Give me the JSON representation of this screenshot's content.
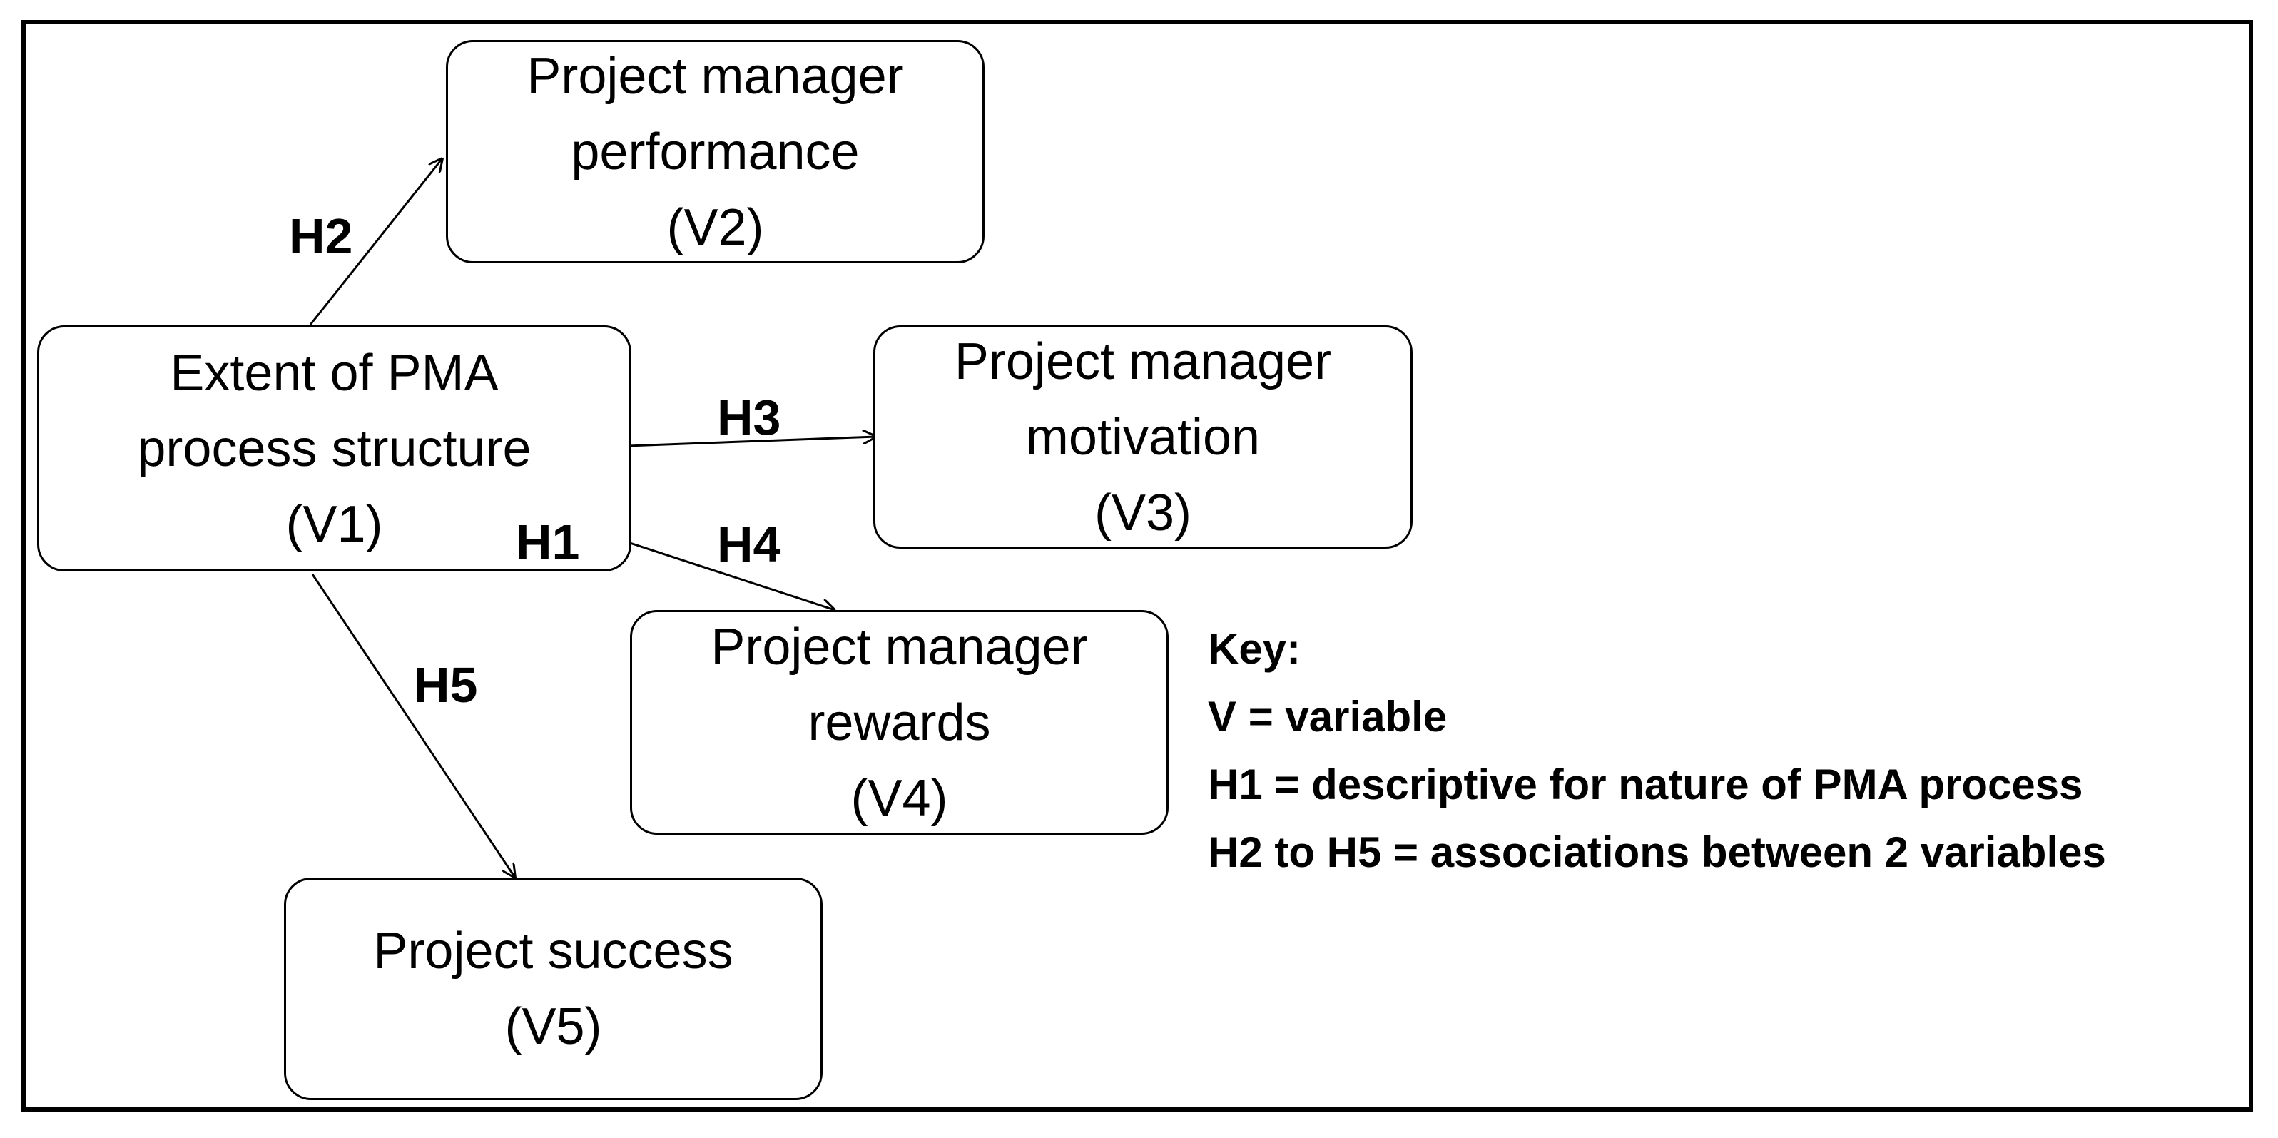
{
  "nodes": {
    "v1": {
      "lines": [
        "Extent of PMA",
        "process structure",
        "(V1)"
      ]
    },
    "v2": {
      "lines": [
        "Project manager",
        "performance",
        "(V2)"
      ]
    },
    "v3": {
      "lines": [
        "Project manager",
        "motivation",
        "(V3)"
      ]
    },
    "v4": {
      "lines": [
        "Project manager",
        "rewards",
        "(V4)"
      ]
    },
    "v5": {
      "lines": [
        "Project success",
        "(V5)"
      ]
    }
  },
  "edges": {
    "h1": "H1",
    "h2": "H2",
    "h3": "H3",
    "h4": "H4",
    "h5": "H5"
  },
  "key": {
    "title": "Key:",
    "lines": [
      "V = variable",
      "H1 = descriptive for nature of PMA process",
      "H2 to H5 = associations between 2 variables"
    ]
  }
}
